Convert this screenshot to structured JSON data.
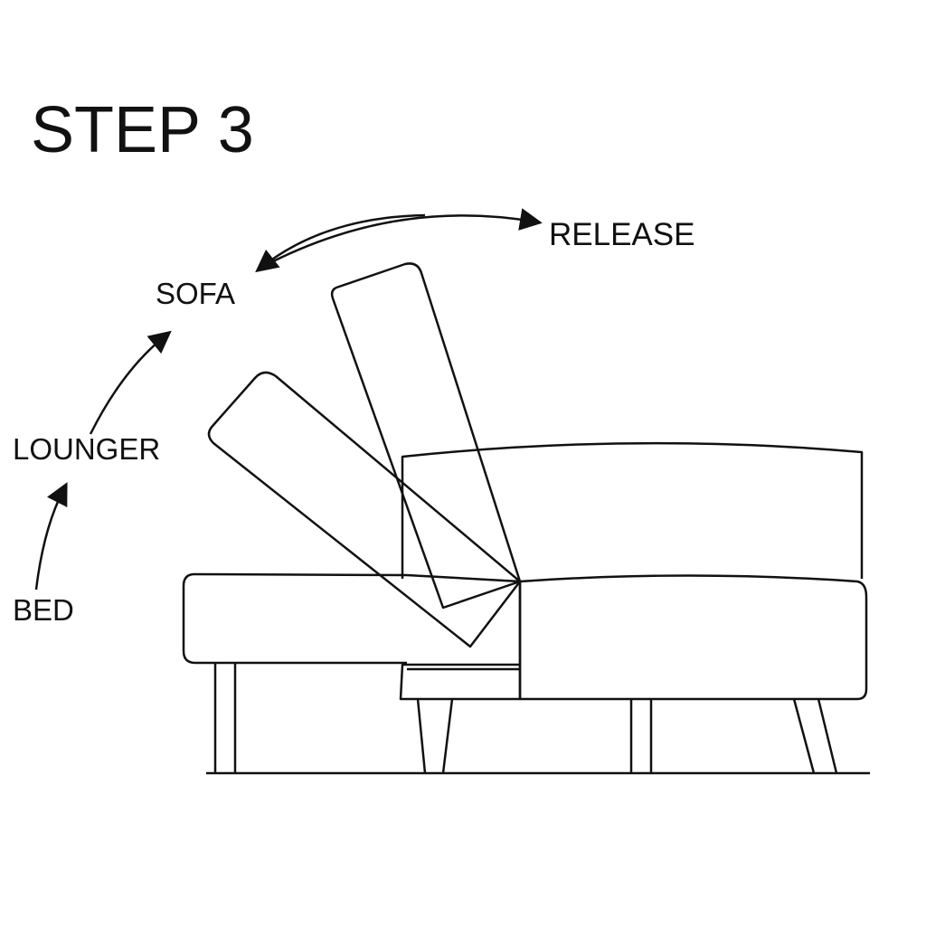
{
  "title": "STEP 3",
  "labels": {
    "release": "RELEASE",
    "sofa": "SOFA",
    "lounger": "LOUNGER",
    "bed": "BED"
  },
  "colors": {
    "line": "#111111",
    "background": "#ffffff"
  }
}
